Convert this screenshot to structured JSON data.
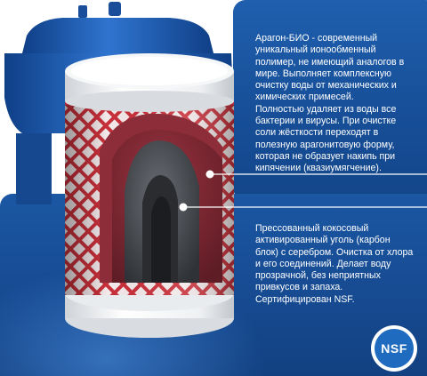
{
  "descriptions": {
    "top": {
      "paragraphs": [
        "Арагон-БИО - современный уникальный ионообменный полимер, не имеющий аналогов в мире. Выполняет комплексную очистку воды от механических и химических примесей.",
        "Полностью удаляет из воды все бактерии и вирусы. При очистке соли жёсткости переходят в полезную арагонитовую форму, которая не образует накипь при кипячении (квазиумягчение)."
      ]
    },
    "bottom": {
      "paragraphs": [
        "Прессованный кокосовый активированный уголь (карбон блок) с серебром. Очистка от хлора и его соединений. Делает воду прозрачной, без неприятных привкусов и запаха. Сертифицирован NSF."
      ]
    }
  },
  "badge": {
    "label": "NSF"
  },
  "colors": {
    "panel_blue": "#1a55a0",
    "mesh_red": "#c8303a",
    "polymer_maroon": "#7a2630",
    "carbon_gray": "#4a4d52",
    "cap_white": "#f4f4f4"
  }
}
